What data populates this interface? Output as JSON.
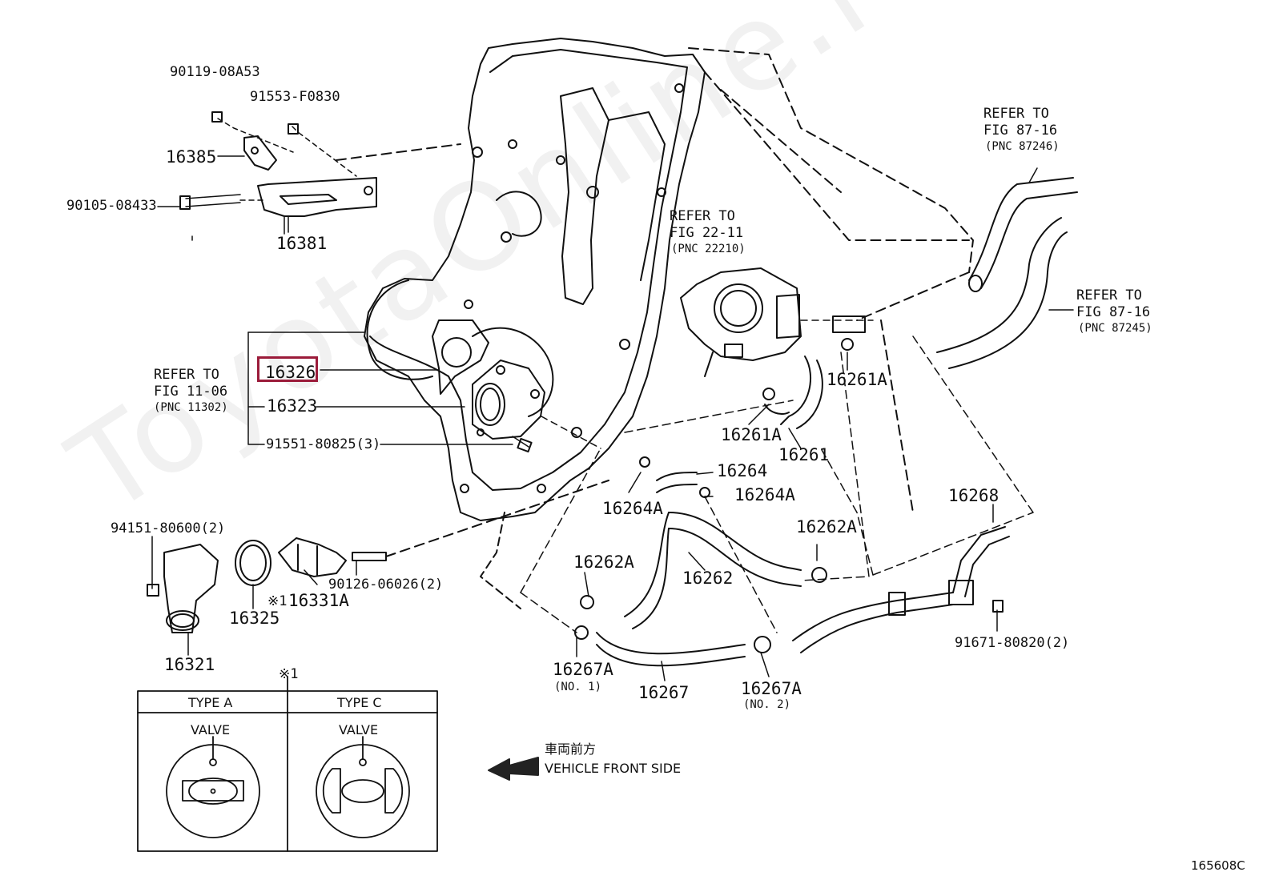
{
  "diagram_id": "165608C",
  "watermark": "ToyotaOnline.ru",
  "highlighted_part": "16326",
  "parts": {
    "p90119": "90119-08A53",
    "p91553": "91553-F0830",
    "p16385": "16385",
    "p90105": "90105-08433",
    "p16381": "16381",
    "p16326": "16326",
    "p16323": "16323",
    "p91551": "91551-80825(3)",
    "p94151": "94151-80600(2)",
    "p16321": "16321",
    "p16325": "16325",
    "p16331A": "16331A",
    "p16331A_mark": "※1",
    "p90126": "90126-06026(2)",
    "p16261A_a": "16261A",
    "p16261A_b": "16261A",
    "p16261": "16261",
    "p16264": "16264",
    "p16264A_a": "16264A",
    "p16264A_b": "16264A",
    "p16262A_a": "16262A",
    "p16262A_b": "16262A",
    "p16262": "16262",
    "p16268": "16268",
    "p91671": "91671-80820(2)",
    "p16267A_1": "16267A",
    "p16267A_1_note": "(NO. 1)",
    "p16267": "16267",
    "p16267A_2": "16267A",
    "p16267A_2_note": "(NO. 2)"
  },
  "references": {
    "fig11": {
      "line1": "REFER TO",
      "line2": "FIG 11-06",
      "line3": "(PNC 11302)"
    },
    "fig22": {
      "line1": "REFER TO",
      "line2": "FIG 22-11",
      "line3": "(PNC 22210)"
    },
    "fig87a": {
      "line1": "REFER TO",
      "line2": "FIG 87-16",
      "line3": "(PNC 87246)"
    },
    "fig87b": {
      "line1": "REFER TO",
      "line2": "FIG 87-16",
      "line3": "(PNC 87245)"
    }
  },
  "type_table": {
    "mark": "※1",
    "col_a": {
      "header": "TYPE A",
      "label": "VALVE"
    },
    "col_c": {
      "header": "TYPE C",
      "label": "VALVE"
    }
  },
  "front_indicator": {
    "jp": "車両前方",
    "en": "VEHICLE FRONT SIDE"
  }
}
